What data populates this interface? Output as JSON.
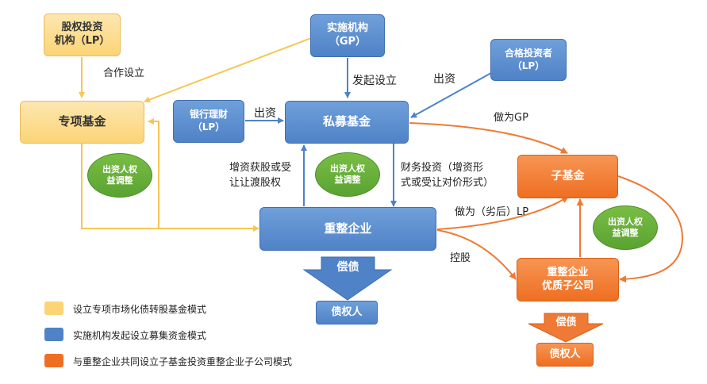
{
  "nodes": {
    "equity_lp": "股权投资\n机构（LP）",
    "gp": "实施机构\n（GP）",
    "qualified_lp": "合格投资者\n（LP）",
    "special_fund": "专项基金",
    "bank_wm": "银行理财\n（LP）",
    "private_fund": "私募基金",
    "sub_fund": "子基金",
    "restructuring_ent": "重整企业",
    "quality_sub": "重整企业\n优质子公司",
    "creditors_main": "债权人",
    "creditors_sub": "债权人"
  },
  "ovals": {
    "left": "出资人权\n益调整",
    "middle": "出资人权\n益调整",
    "right": "出资人权\n益调整"
  },
  "edge_labels": {
    "cooperate": "合作设立",
    "initiate": "发起设立",
    "invest_qualified": "出资",
    "invest_bank": "出资",
    "as_gp": "做为GP",
    "capital_increase": "增资获股或受\n让让渡股权",
    "financial_investment": "财务投资（增资形\n式或受让对价形式）",
    "as_lp": "做为（劣后）LP",
    "control": "控股"
  },
  "debt_arrows": {
    "main": "偿债",
    "sub": "偿债"
  },
  "legend": [
    {
      "color": "#fbd476",
      "text": "设立专项市场化债转股基金模式"
    },
    {
      "color": "#4f82c7",
      "text": "实施机构发起设立募集资金模式"
    },
    {
      "color": "#ee6f22",
      "text": "与重整企业共同设立子基金投资重整企业子公司模式"
    }
  ],
  "colors": {
    "yellow_line": "#f7c653",
    "blue_line": "#4f82c7",
    "orange_line": "#ee7a35"
  }
}
